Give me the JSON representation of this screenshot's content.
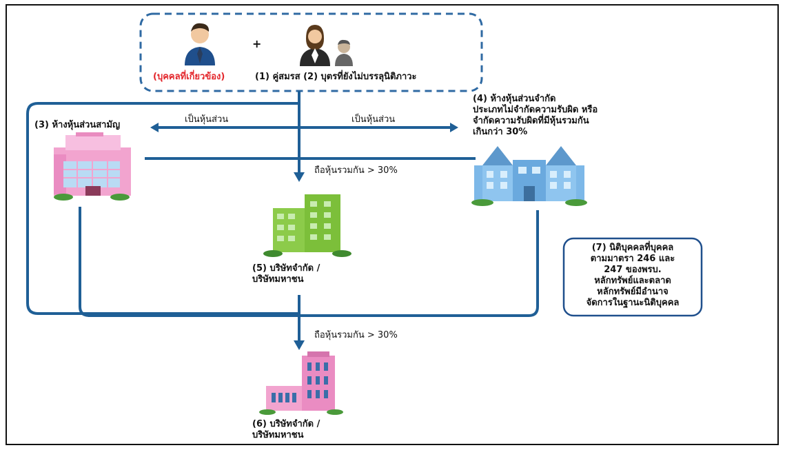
{
  "colors": {
    "line": "#1f5f96",
    "dash": "#2f6aa3",
    "person_blue": "#1f4f8c",
    "skin": "#f1c8a0",
    "hair": "#3a2a1a",
    "pink": "#f2a4cf",
    "green": "#7cbf3a",
    "blue_building": "#7db8e8",
    "red_text": "#e3262b"
  },
  "labels": {
    "person": "(บุคคลที่เกี่ยวข้อง)",
    "plus": "+",
    "spouse_child": "(1) คู่สมรส (2) บุตรที่ยังไม่บรรลุนิติภาวะ",
    "ordinary_partnership": "(3) ห้างหุ้นส่วนสามัญ",
    "partner_left": "เป็นหุ้นส่วน",
    "partner_right": "เป็นหุ้นส่วน",
    "limited_partnership_1": "(4) ห้างหุ้นส่วนจำกัด",
    "limited_partnership_2": "ประเภทไม่จำกัดความรับผิด หรือ",
    "limited_partnership_3": "จำกัดความรับผิดที่มีหุ้นรวมกัน",
    "limited_partnership_4": "เกินกว่า 30%",
    "shares_top": "ถือหุ้นรวมกัน > 30%",
    "company5_1": "(5) บริษัทจำกัด /",
    "company5_2": "บริษัทมหาชน",
    "shares_bottom": "ถือหุ้นรวมกัน > 30%",
    "company6_1": "(6) บริษัทจำกัด /",
    "company6_2": "บริษัทมหาชน",
    "juristic_1": "(7) นิติบุคคลที่บุคคล",
    "juristic_2": "ตามมาตรา 246 และ",
    "juristic_3": "247 ของพรบ.",
    "juristic_4": "หลักทรัพย์และตลาด",
    "juristic_5": "หลักทรัพย์มีอำนาจ",
    "juristic_6": "จัดการในฐานะนิติบุคคล"
  },
  "icons": {
    "person": "man-avatar-icon",
    "spouse": "woman-avatar-icon",
    "child": "child-avatar-icon",
    "building3": "pink-office-building-icon",
    "building4": "blue-office-building-icon",
    "building5": "green-office-building-icon",
    "building6": "pink-tower-building-icon"
  }
}
